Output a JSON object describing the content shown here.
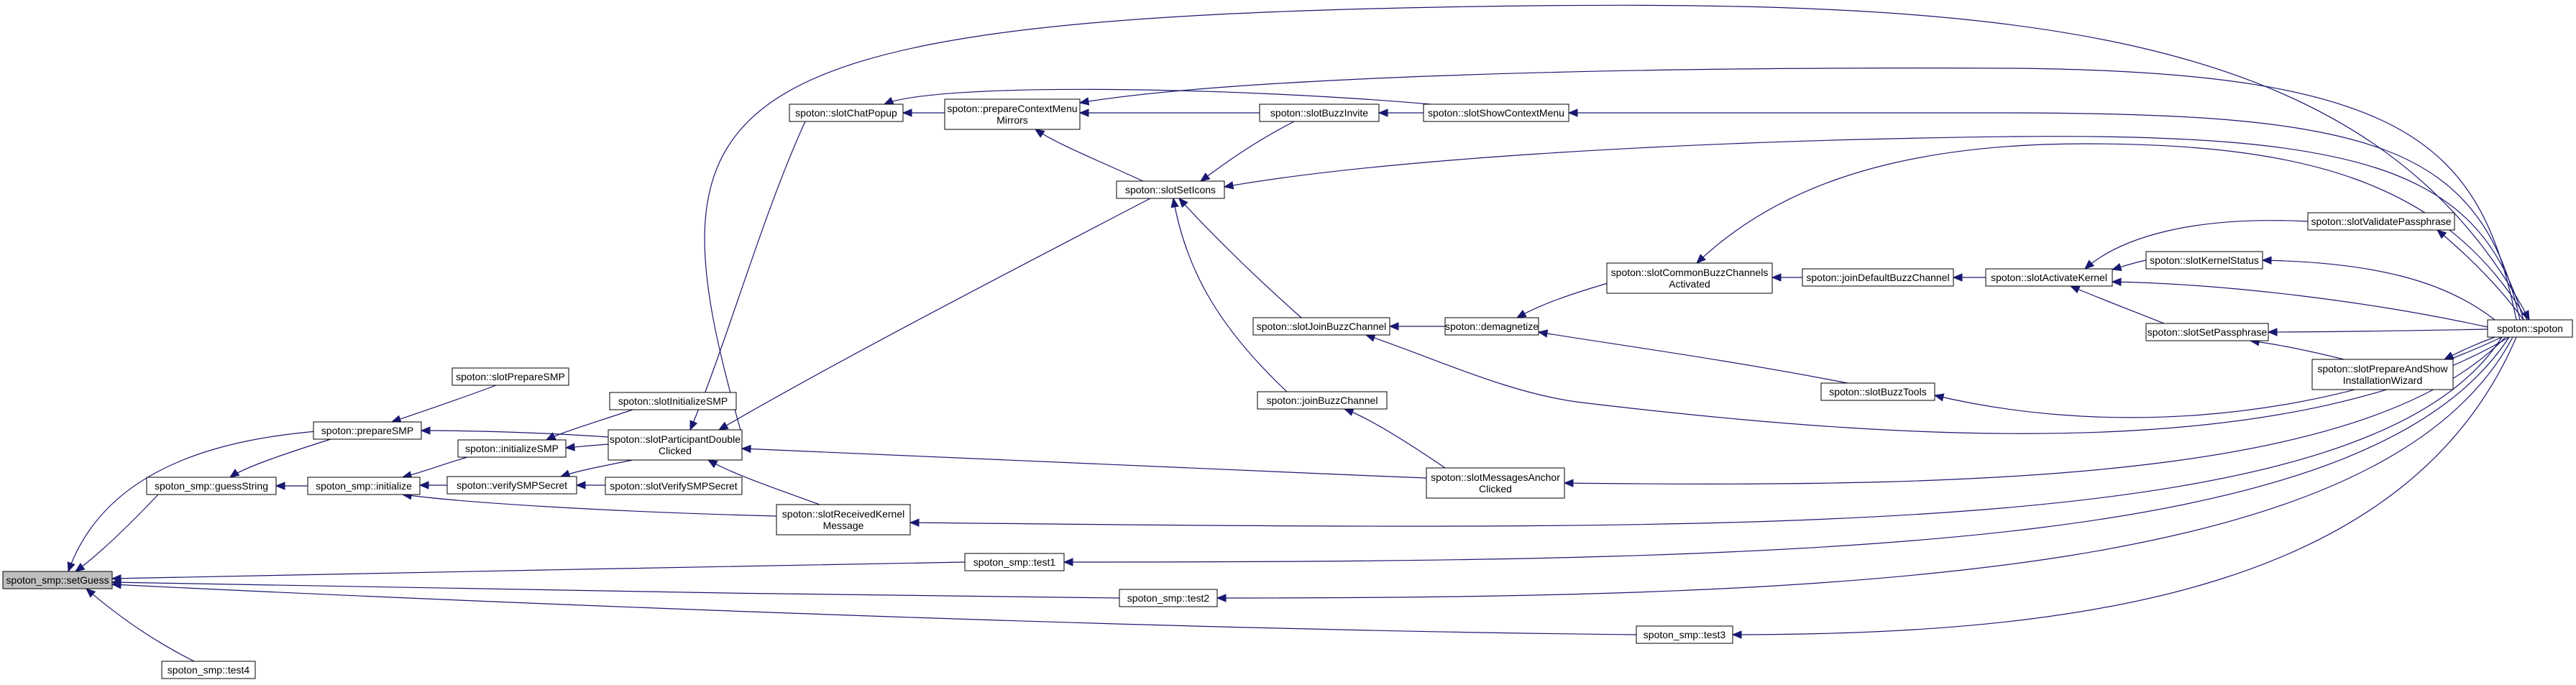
{
  "graph": {
    "type": "caller-graph",
    "colors": {
      "edge": "#191970",
      "node_border": "#000000",
      "node_fill": "#ffffff",
      "root_fill": "#bfbfbf"
    },
    "nodes": [
      {
        "id": "setGuess",
        "lines": [
          "spoton_smp::setGuess"
        ],
        "root": true
      },
      {
        "id": "test4",
        "lines": [
          "spoton_smp::test4"
        ]
      },
      {
        "id": "guessString",
        "lines": [
          "spoton_smp::guessString"
        ]
      },
      {
        "id": "prepareSMP",
        "lines": [
          "spoton::prepareSMP"
        ]
      },
      {
        "id": "initialize",
        "lines": [
          "spoton_smp::initialize"
        ]
      },
      {
        "id": "slotPrepareSMP",
        "lines": [
          "spoton::slotPrepareSMP"
        ]
      },
      {
        "id": "initializeSMP",
        "lines": [
          "spoton::initializeSMP"
        ]
      },
      {
        "id": "verifySMPSecret",
        "lines": [
          "spoton::verifySMPSecret"
        ]
      },
      {
        "id": "slotInitializeSMP",
        "lines": [
          "spoton::slotInitializeSMP"
        ]
      },
      {
        "id": "slotVerifySMPSecret",
        "lines": [
          "spoton::slotVerifySMPSecret"
        ]
      },
      {
        "id": "slotParticipantDoubleClicked",
        "lines": [
          "spoton::slotParticipantDouble",
          "Clicked"
        ]
      },
      {
        "id": "slotReceivedKernelMessage",
        "lines": [
          "spoton::slotReceivedKernel",
          "Message"
        ]
      },
      {
        "id": "slotChatPopup",
        "lines": [
          "spoton::slotChatPopup"
        ]
      },
      {
        "id": "prepareContextMenuMirrors",
        "lines": [
          "spoton::prepareContextMenu",
          "Mirrors"
        ]
      },
      {
        "id": "test1",
        "lines": [
          "spoton_smp::test1"
        ]
      },
      {
        "id": "test2",
        "lines": [
          "spoton_smp::test2"
        ]
      },
      {
        "id": "slotSetIcons",
        "lines": [
          "spoton::slotSetIcons"
        ]
      },
      {
        "id": "slotBuzzInvite",
        "lines": [
          "spoton::slotBuzzInvite"
        ]
      },
      {
        "id": "slotJoinBuzzChannel",
        "lines": [
          "spoton::slotJoinBuzzChannel"
        ]
      },
      {
        "id": "joinBuzzChannel",
        "lines": [
          "spoton::joinBuzzChannel"
        ]
      },
      {
        "id": "slotShowContextMenu",
        "lines": [
          "spoton::slotShowContextMenu"
        ]
      },
      {
        "id": "slotMessagesAnchorClicked",
        "lines": [
          "spoton::slotMessagesAnchor",
          "Clicked"
        ]
      },
      {
        "id": "demagnetize",
        "lines": [
          "spoton::demagnetize"
        ]
      },
      {
        "id": "slotCommonBuzzChannelsActivated",
        "lines": [
          "spoton::slotCommonBuzzChannels",
          "Activated"
        ]
      },
      {
        "id": "test3",
        "lines": [
          "spoton_smp::test3"
        ]
      },
      {
        "id": "joinDefaultBuzzChannel",
        "lines": [
          "spoton::joinDefaultBuzzChannel"
        ]
      },
      {
        "id": "slotBuzzTools",
        "lines": [
          "spoton::slotBuzzTools"
        ]
      },
      {
        "id": "slotActivateKernel",
        "lines": [
          "spoton::slotActivateKernel"
        ]
      },
      {
        "id": "slotKernelStatus",
        "lines": [
          "spoton::slotKernelStatus"
        ]
      },
      {
        "id": "slotSetPassphrase",
        "lines": [
          "spoton::slotSetPassphrase"
        ]
      },
      {
        "id": "slotValidatePassphrase",
        "lines": [
          "spoton::slotValidatePassphrase"
        ]
      },
      {
        "id": "slotPrepareAndShowInstallationWizard",
        "lines": [
          "spoton::slotPrepareAndShow",
          "InstallationWizard"
        ]
      },
      {
        "id": "spoton",
        "lines": [
          "spoton::spoton"
        ]
      }
    ]
  }
}
